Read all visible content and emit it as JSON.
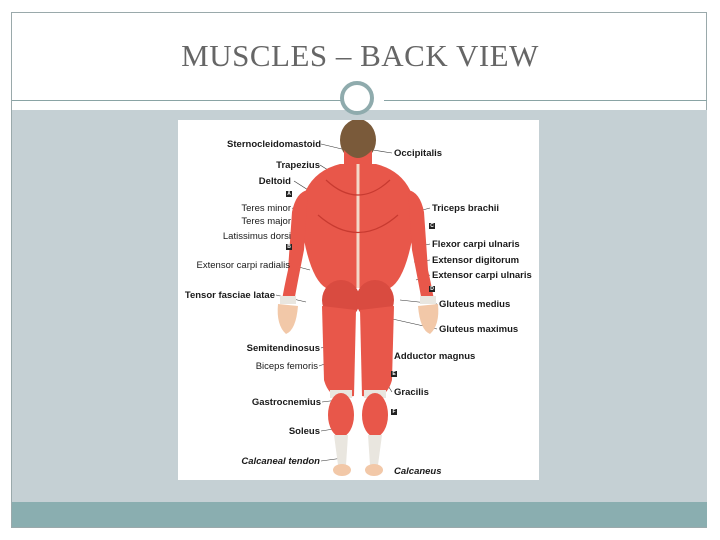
{
  "slide": {
    "title": "MUSCLES – BACK VIEW"
  },
  "figure": {
    "left_labels": {
      "sternocleidomastoid": "Sternocleidomastoid",
      "trapezius": "Trapezius",
      "deltoid": "Deltoid",
      "teres_minor": "Teres minor",
      "teres_major": "Teres major",
      "latissimus_dorsi": "Latissimus dorsi",
      "extensor_carpi_radialis": "Extensor carpi radialis",
      "tensor_fasciae_latae": "Tensor fasciae latae",
      "semitendinosus": "Semitendinosus",
      "biceps_femoris": "Biceps femoris",
      "gastrocnemius": "Gastrocnemius",
      "soleus": "Soleus",
      "calcaneal_tendon": "Calcaneal tendon"
    },
    "right_labels": {
      "occipitalis": "Occipitalis",
      "triceps_brachii": "Triceps brachii",
      "flexor_carpi_ulnaris": "Flexor carpi ulnaris",
      "extensor_digitorum": "Extensor digitorum",
      "extensor_carpi_ulnaris": "Extensor carpi ulnaris",
      "gluteus_medius": "Gluteus medius",
      "gluteus_maximus": "Gluteus maximus",
      "adductor_magnus": "Adductor magnus",
      "gracilis": "Gracilis",
      "calcaneus": "Calcaneus"
    },
    "markers": {
      "a": "A",
      "b": "B",
      "c": "C",
      "d": "D",
      "e": "E",
      "f": "F"
    },
    "colors": {
      "muscle": "#e8574a",
      "muscle_dark": "#c73a30",
      "skin": "#f2c8a8",
      "tendon": "#e9e6df"
    }
  }
}
